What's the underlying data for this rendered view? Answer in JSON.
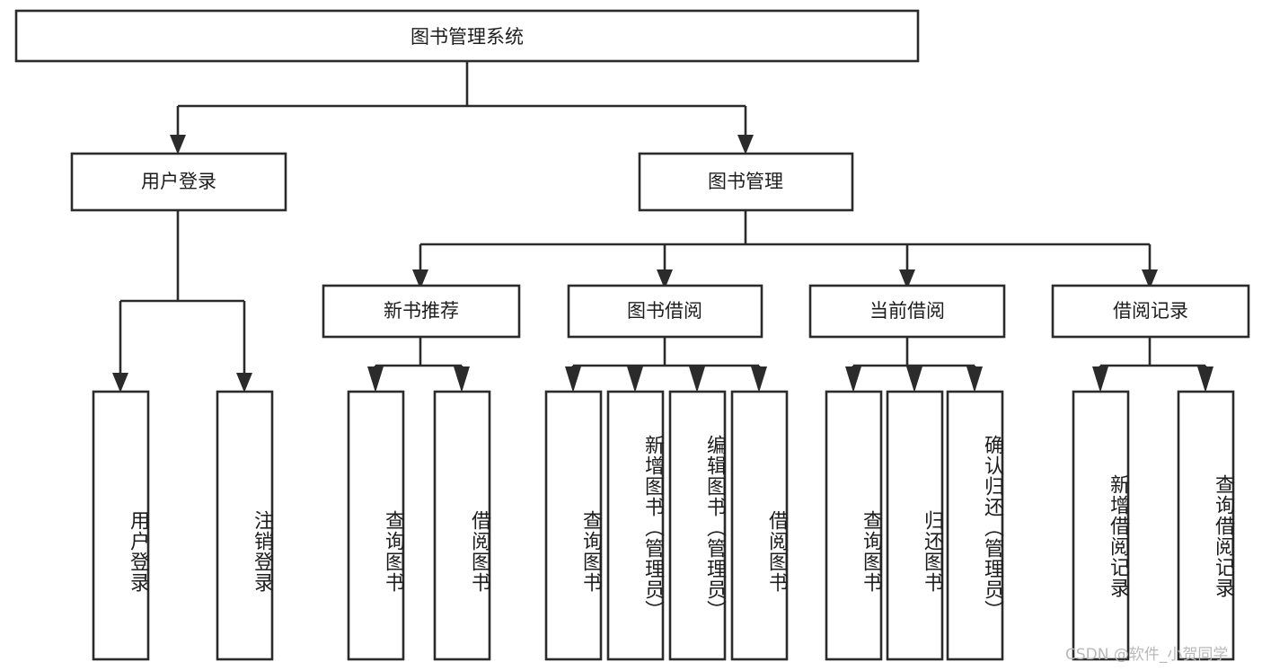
{
  "diagram": {
    "title": "图书管理系统",
    "watermark": "CSDN @软件_小贺同学",
    "root": {
      "label": "图书管理系统"
    },
    "level2": [
      {
        "label": "用户登录"
      },
      {
        "label": "图书管理"
      }
    ],
    "level3": [
      {
        "label": "新书推荐"
      },
      {
        "label": "图书借阅"
      },
      {
        "label": "当前借阅"
      },
      {
        "label": "借阅记录"
      }
    ],
    "leaves": {
      "user_login": [
        {
          "label": "用户登录"
        },
        {
          "label": "注销登录"
        }
      ],
      "new_book_recommend": [
        {
          "label": "查询图书"
        },
        {
          "label": "借阅图书"
        }
      ],
      "book_borrow": [
        {
          "label": "查询图书"
        },
        {
          "label": "新增图书（管理员）"
        },
        {
          "label": "编辑图书（管理员）"
        },
        {
          "label": "借阅图书"
        }
      ],
      "current_borrow": [
        {
          "label": "查询图书"
        },
        {
          "label": "归还图书"
        },
        {
          "label": "确认归还（管理员）"
        }
      ],
      "borrow_record": [
        {
          "label": "新增借阅记录"
        },
        {
          "label": "查询借阅记录"
        }
      ]
    },
    "colors": {
      "stroke": "#2b2b2b",
      "fill": "#ffffff",
      "text": "#1d1d1d",
      "watermark": "#b9b9b9"
    }
  }
}
